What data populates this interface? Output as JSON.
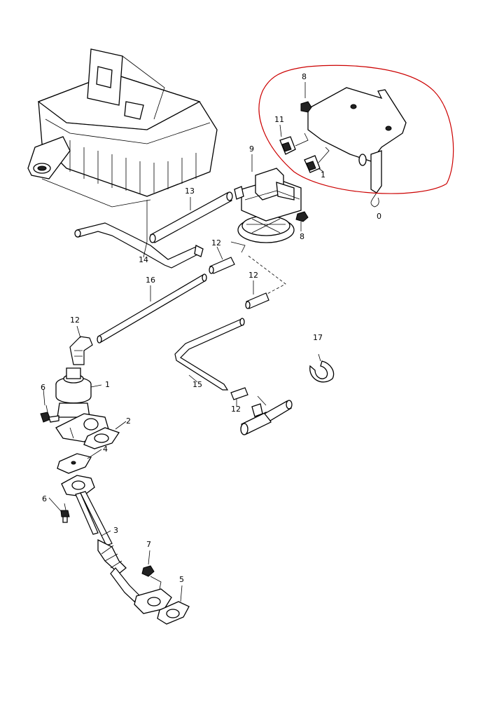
{
  "callouts": {
    "c8_top": "8",
    "c11": "11",
    "c1_top": "1",
    "c9": "9",
    "c8_right": "8",
    "c0": "0",
    "c13": "13",
    "c14": "14",
    "c12_a": "12",
    "c12_b": "12",
    "c16": "16",
    "c12_c": "12",
    "c17": "17",
    "c15": "15",
    "c12_d": "12",
    "c1_egr": "1",
    "c6_a": "6",
    "c2": "2",
    "c4": "4",
    "c6_b": "6",
    "c3": "3",
    "c7": "7",
    "c5": "5"
  },
  "highlight_color": "#cc0000"
}
